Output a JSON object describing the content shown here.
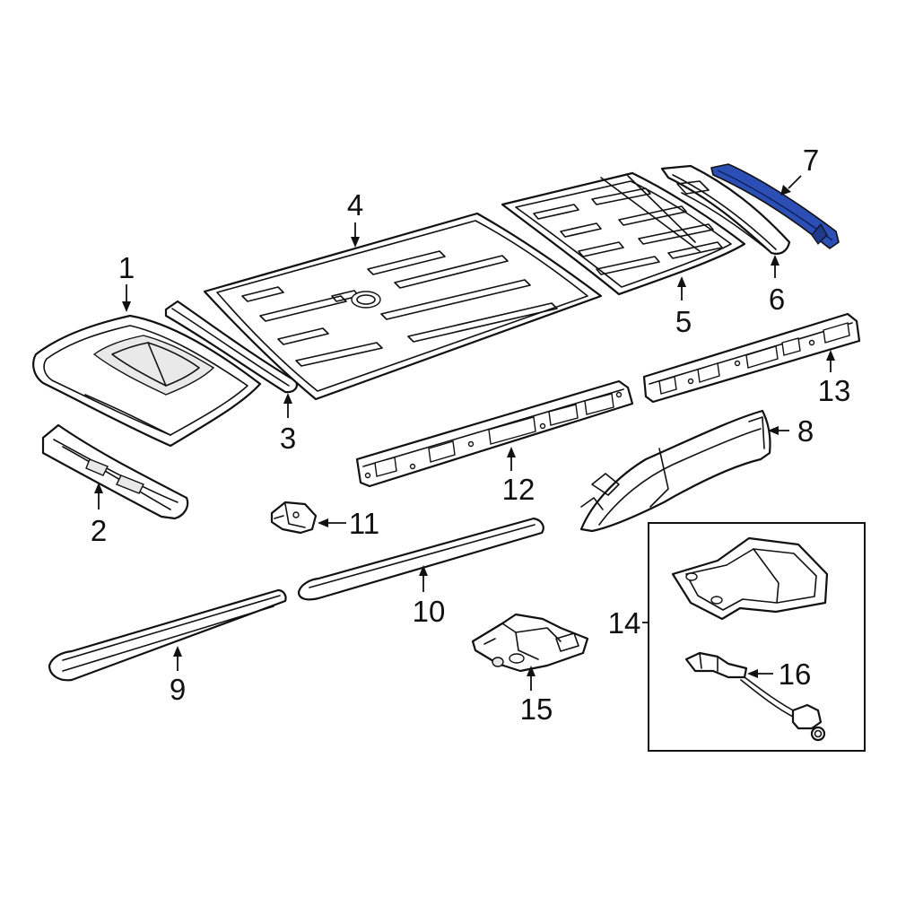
{
  "diagram": {
    "highlight_color": "#2b4fb5",
    "highlighted_part": "7",
    "callouts": [
      {
        "id": "1",
        "label": "1"
      },
      {
        "id": "2",
        "label": "2"
      },
      {
        "id": "3",
        "label": "3"
      },
      {
        "id": "4",
        "label": "4"
      },
      {
        "id": "5",
        "label": "5"
      },
      {
        "id": "6",
        "label": "6"
      },
      {
        "id": "7",
        "label": "7"
      },
      {
        "id": "8",
        "label": "8"
      },
      {
        "id": "9",
        "label": "9"
      },
      {
        "id": "10",
        "label": "10"
      },
      {
        "id": "11",
        "label": "11"
      },
      {
        "id": "12",
        "label": "12"
      },
      {
        "id": "13",
        "label": "13"
      },
      {
        "id": "14",
        "label": "14"
      },
      {
        "id": "15",
        "label": "15"
      },
      {
        "id": "16",
        "label": "16"
      }
    ]
  }
}
